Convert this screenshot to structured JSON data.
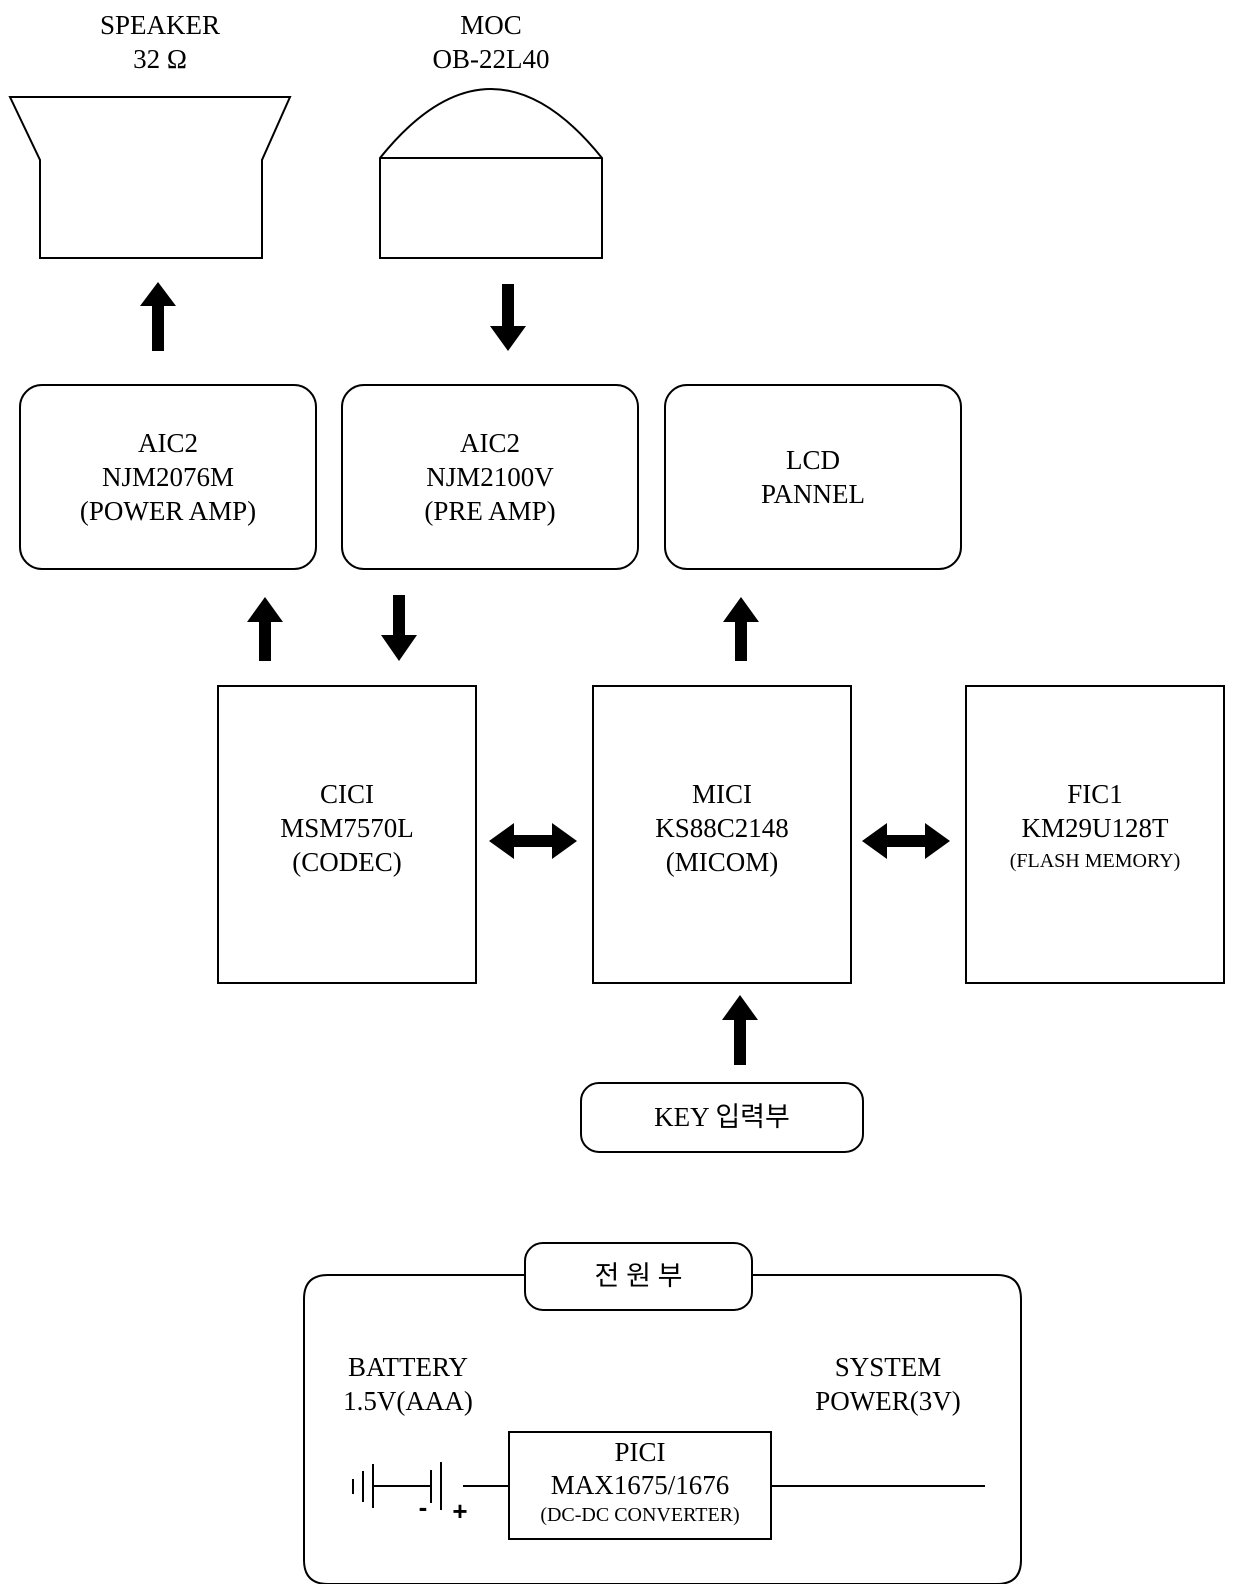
{
  "speaker": {
    "line1": "SPEAKER",
    "line2": "32 Ω"
  },
  "moc": {
    "line1": "MOC",
    "line2": "OB-22L40"
  },
  "power_amp": {
    "line1": "AIC2",
    "line2": "NJM2076M",
    "line3": "(POWER AMP)"
  },
  "pre_amp": {
    "line1": "AIC2",
    "line2": "NJM2100V",
    "line3": "(PRE AMP)"
  },
  "lcd": {
    "line1": "LCD",
    "line2": "PANNEL"
  },
  "codec": {
    "line1": "CICI",
    "line2": "MSM7570L",
    "line3": "(CODEC)"
  },
  "micom": {
    "line1": "MICI",
    "line2": "KS88C2148",
    "line3": "(MICOM)"
  },
  "flash": {
    "line1": "FIC1",
    "line2": "KM29U128T",
    "line3": "(FLASH MEMORY)"
  },
  "key_input": {
    "label": "KEY 입력부"
  },
  "power_section": {
    "title": "전 원 부",
    "battery_line1": "BATTERY",
    "battery_line2": "1.5V(AAA)",
    "system_line1": "SYSTEM",
    "system_line2": "POWER(3V)",
    "minus": "-",
    "plus": "+",
    "converter_line1": "PICI",
    "converter_line2": "MAX1675/1676",
    "converter_line3": "(DC-DC CONVERTER)"
  }
}
